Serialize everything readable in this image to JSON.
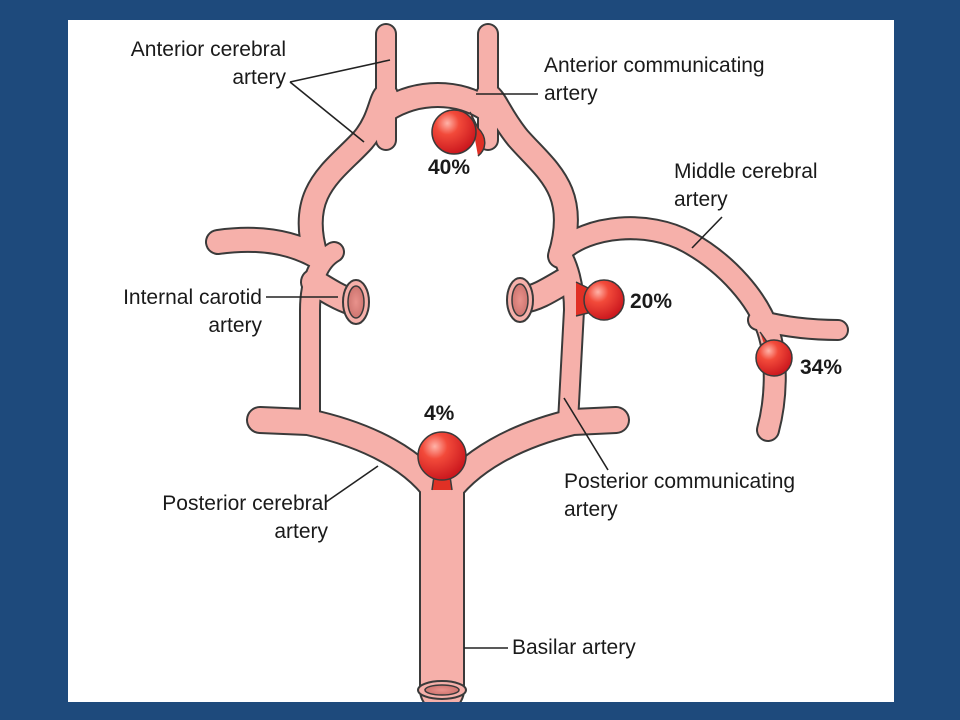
{
  "labels": {
    "aca": {
      "line1": "Anterior cerebral",
      "line2": "artery"
    },
    "acom": {
      "line1": "Anterior communicating",
      "line2": "artery"
    },
    "mca": {
      "line1": "Middle cerebral",
      "line2": "artery"
    },
    "ica": {
      "line1": "Internal carotid",
      "line2": "artery"
    },
    "pca": {
      "line1": "Posterior cerebral",
      "line2": "artery"
    },
    "pcom": {
      "line1": "Posterior communicating",
      "line2": "artery"
    },
    "basilar": "Basilar artery"
  },
  "aneurysm_percentages": {
    "anterior_communicating": "40%",
    "internal_carotid_posterior_communicating": "20%",
    "middle_cerebral": "34%",
    "basilar_tip": "4%"
  },
  "colors": {
    "background": "#1e4a7c",
    "panel": "#ffffff",
    "vessel_fill": "#f6b0aa",
    "vessel_outline": "#3a3a3a",
    "aneurysm": "#e02020",
    "text": "#1a1a1a"
  }
}
